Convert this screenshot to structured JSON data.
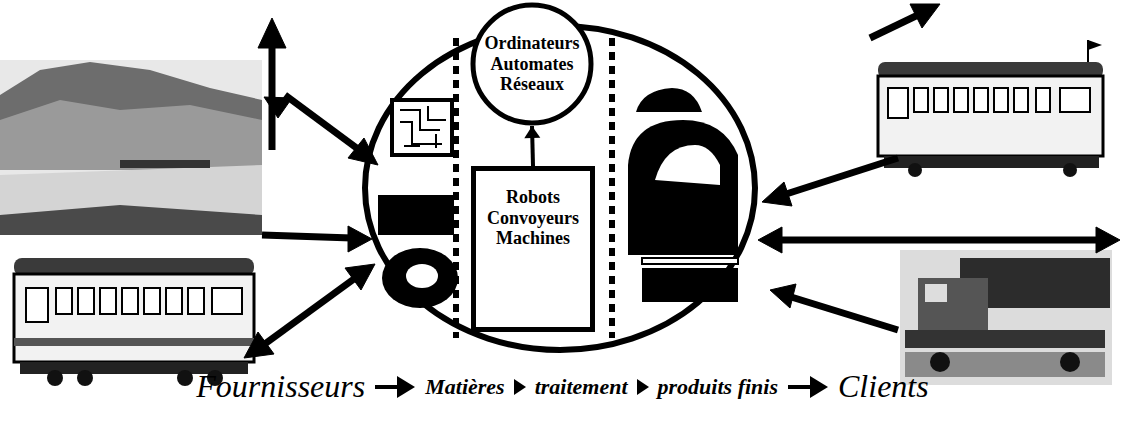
{
  "diagram": {
    "nodes": [
      {
        "text": [
          "Ordinateurs Automates Réseaux"
        ]
      },
      {
        "text": [
          "Robots Convoyeurs Machines"
        ]
      }
    ],
    "edges": [
      {
        "from": 1,
        "to": 0,
        "arrow": "to"
      }
    ],
    "labels": [
      "Fournisseurs",
      "Matières",
      "traitement",
      "produits finis",
      "Clients"
    ]
  }
}
